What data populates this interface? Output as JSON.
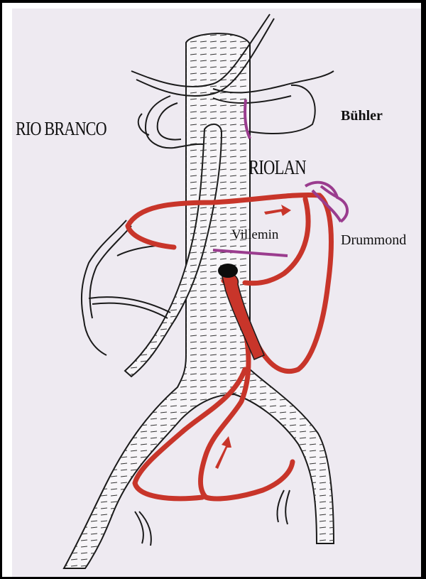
{
  "labels": {
    "rio_branco": "RIO BRANCO",
    "buhler": "Bühler",
    "riolan": "RIOLAN",
    "villemin": "Villemin",
    "drummond": "Drummond"
  },
  "colors": {
    "background": "#eeeaf1",
    "frame": "#000000",
    "artery_red": "#c8352a",
    "anastomosis_purple": "#9a3c8e",
    "outline": "#1a1a1a"
  }
}
